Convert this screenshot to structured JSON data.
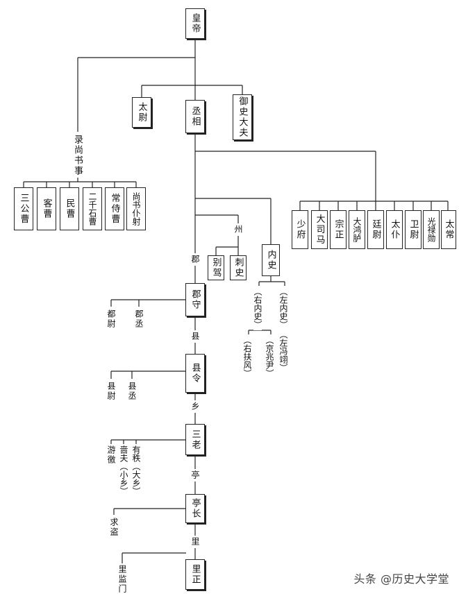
{
  "nodes": {
    "emperor": "皇帝",
    "taiwei": "太尉",
    "chancellor": "丞相",
    "censor": "御史大夫",
    "lushangshu": "录尚书事",
    "shangshu_offices": [
      "三公曹",
      "客曹",
      "民曹",
      "二千石曹",
      "常侍曹",
      "尚书仆射"
    ],
    "ministers": [
      "少府",
      "大司马",
      "宗正",
      "大鸿胪",
      "廷尉",
      "太仆",
      "卫尉",
      "光禄勋",
      "太常"
    ],
    "biejia": "别驾",
    "cishi": "刺史",
    "neishi": "内史",
    "junshou": "郡守",
    "duwei": "都尉",
    "juncheng": "郡丞",
    "xianling": "县令",
    "xianwei": "县尉",
    "xiancheng": "县丞",
    "sanlao": "三老",
    "youjiao": "游徼",
    "sefu": "啬夫（小乡）",
    "youzhi": "有秩（大乡）",
    "tingzhang": "亭长",
    "qiudao": "求盗",
    "lizheng": "里正",
    "lijianmen": "里监门",
    "you_neishi": "（右内史）",
    "zuo_neishi": "（左内史）",
    "you_fufeng": "（右扶风）",
    "jingzhaoyin": "（京兆尹）",
    "zuo_pingyi": "（左冯翊）"
  },
  "labels": {
    "zhou": "州",
    "jun": "郡",
    "xian": "县",
    "xiang": "乡",
    "ting": "亭",
    "li": "里"
  },
  "watermark": "头条 @历史大学堂"
}
